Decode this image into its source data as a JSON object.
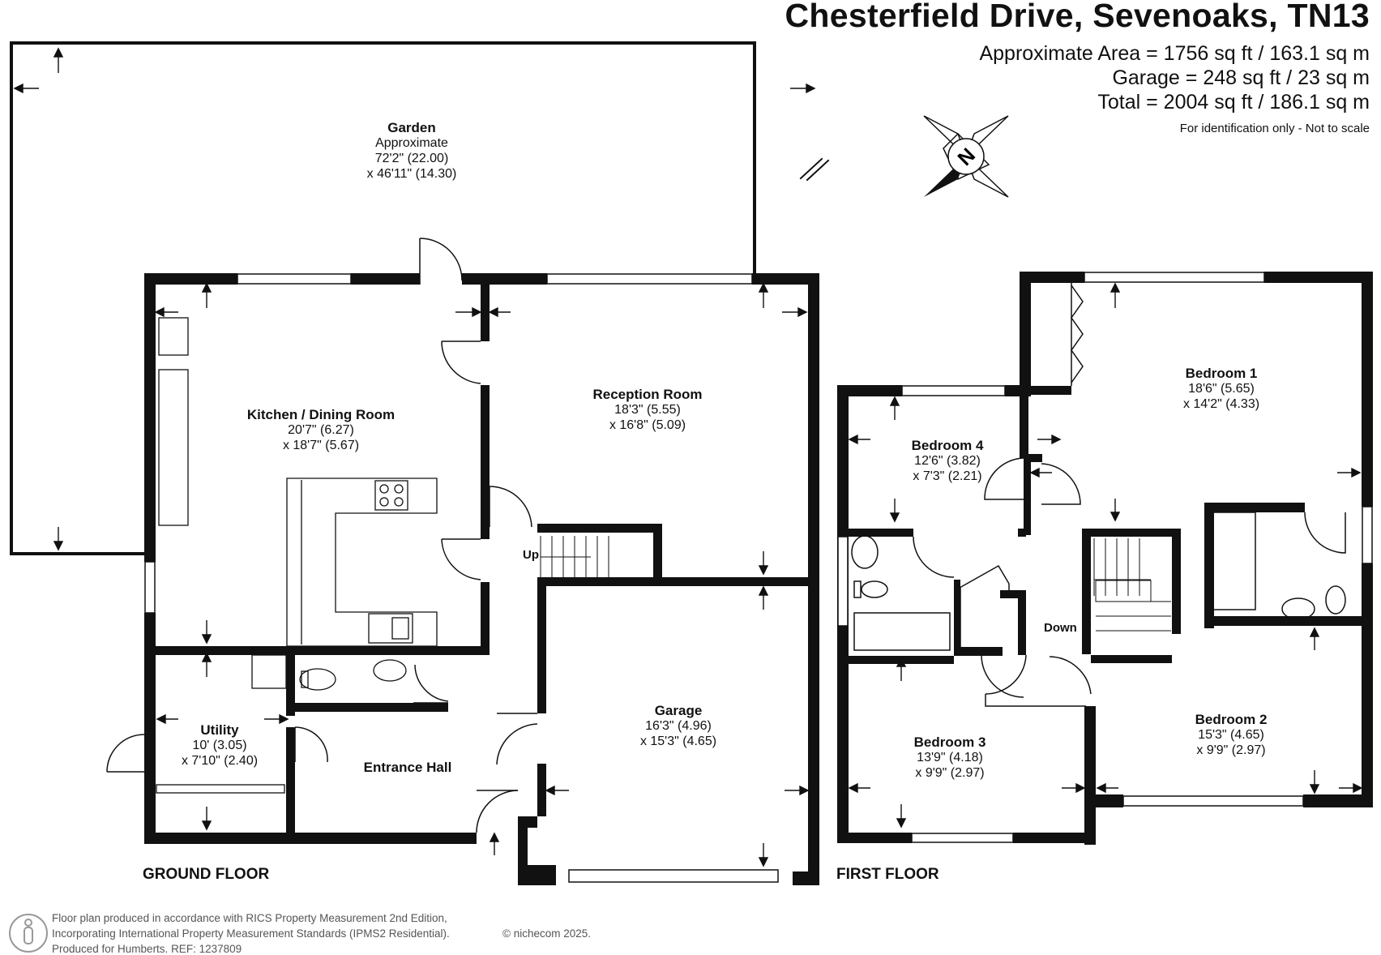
{
  "header": {
    "title": "Chesterfield Drive, Sevenoaks, TN13",
    "area_main": "Approximate Area = 1756 sq ft / 163.1 sq m",
    "area_garage": "Garage = 248 sq ft / 23 sq m",
    "area_total": "Total = 2004 sq ft / 186.1 sq m",
    "note": "For identification only - Not to scale"
  },
  "compass": {
    "icon": "compass-north-icon",
    "letter": "N"
  },
  "ground_floor": {
    "label": "GROUND FLOOR",
    "rooms": {
      "garden": {
        "name": "Garden",
        "l1": "Approximate",
        "l2": "72'2\" (22.00)",
        "l3": "x 46'11\" (14.30)"
      },
      "kitchen": {
        "name": "Kitchen / Dining Room",
        "l1": "20'7\" (6.27)",
        "l2": "x 18'7\" (5.67)"
      },
      "reception": {
        "name": "Reception Room",
        "l1": "18'3\" (5.55)",
        "l2": "x 16'8\" (5.09)"
      },
      "garage": {
        "name": "Garage",
        "l1": "16'3\" (4.96)",
        "l2": "x 15'3\" (4.65)"
      },
      "utility": {
        "name": "Utility",
        "l1": "10' (3.05)",
        "l2": "x 7'10\" (2.40)"
      },
      "entrance": {
        "name": "Entrance Hall"
      }
    },
    "stairs_label": "Up"
  },
  "first_floor": {
    "label": "FIRST FLOOR",
    "rooms": {
      "bedroom1": {
        "name": "Bedroom 1",
        "l1": "18'6\" (5.65)",
        "l2": "x 14'2\" (4.33)"
      },
      "bedroom4": {
        "name": "Bedroom 4",
        "l1": "12'6\" (3.82)",
        "l2": "x 7'3\" (2.21)"
      },
      "bedroom3": {
        "name": "Bedroom 3",
        "l1": "13'9\" (4.18)",
        "l2": "x 9'9\" (2.97)"
      },
      "bedroom2": {
        "name": "Bedroom 2",
        "l1": "15'3\" (4.65)",
        "l2": "x 9'9\" (2.97)"
      }
    },
    "stairs_label": "Down"
  },
  "footer": {
    "line1": "Floor plan produced in accordance with RICS Property Measurement 2nd Edition,",
    "line2": "Incorporating International Property Measurement Standards (IPMS2 Residential).",
    "copyright": "© nichecom 2025.",
    "line3": "Produced for Humberts.    REF: 1237809"
  }
}
